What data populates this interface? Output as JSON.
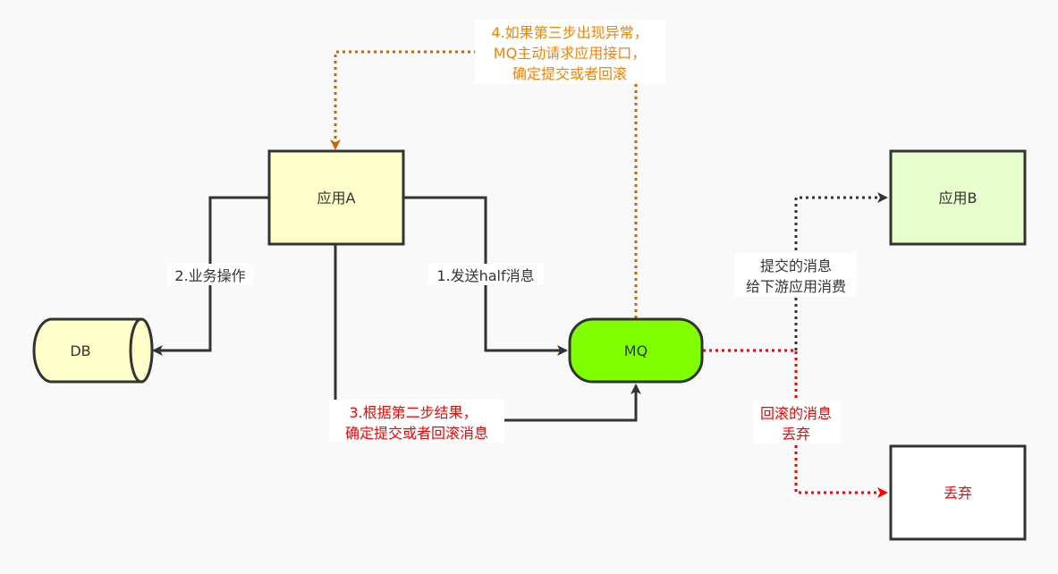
{
  "colors": {
    "background": "#f9f9f9",
    "stroke": "#333333",
    "app_fill": "#ffffcc",
    "app_b_fill": "#e6ffcc",
    "mq_fill": "#80ff00",
    "discard_fill": "#ffffff",
    "orange": "#cc6600",
    "orange_text": "#ff8000",
    "red": "#ff0000",
    "label_text": "#333333"
  },
  "nodes": {
    "app_a": "应用A",
    "db": "DB",
    "mq": "MQ",
    "app_b": "应用B",
    "discard": "丢弃"
  },
  "edges": {
    "step1": [
      "1.发送half消息"
    ],
    "step2": [
      "2.业务操作"
    ],
    "step3": [
      "3.根据第二步结果，",
      "确定提交或者回滚消息"
    ],
    "step4": [
      "4.如果第三步出现异常，",
      "MQ主动请求应用接口，",
      "确定提交或者回滚"
    ],
    "commit": [
      "提交的消息",
      "给下游应用消费"
    ],
    "rollback": [
      "回滚的消息",
      "丢弃"
    ]
  }
}
